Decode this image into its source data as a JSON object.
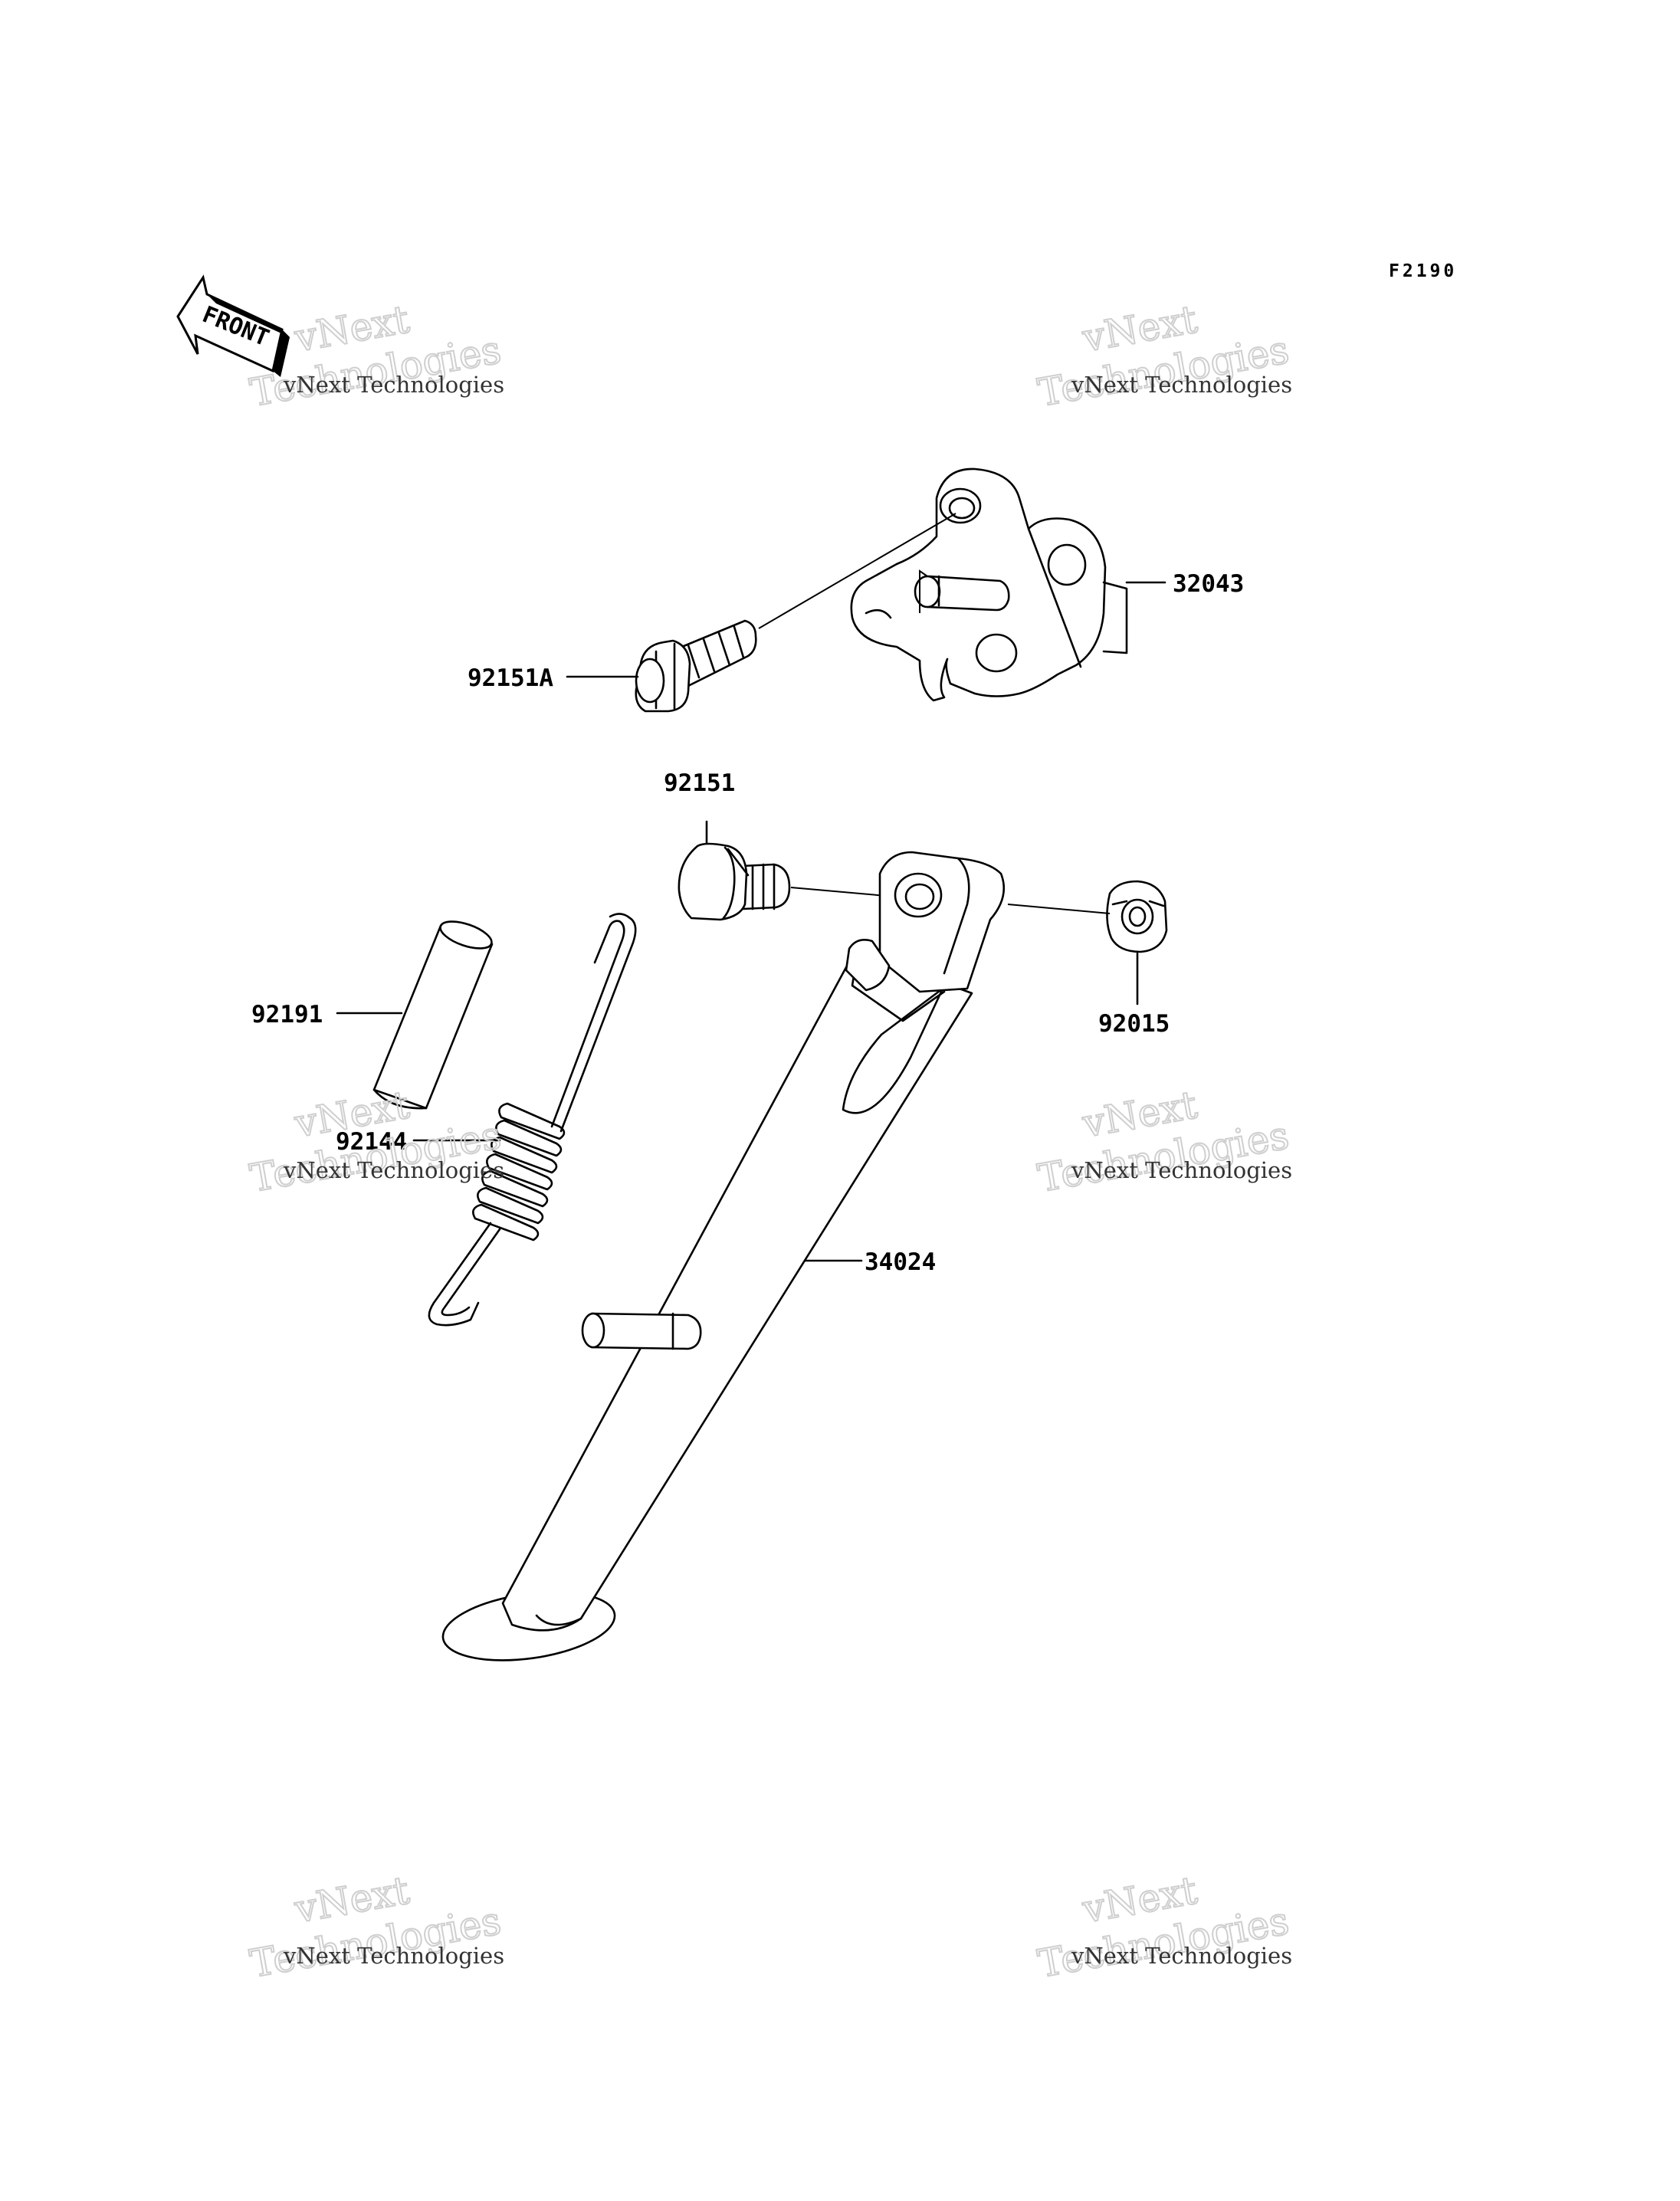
{
  "figure_code": "F2190",
  "front_arrow_label": "FRONT",
  "watermark": {
    "large_line1": "vNext",
    "large_line2": "Technologies",
    "small": "vNext Technologies"
  },
  "parts": {
    "bracket": "32043",
    "bracket_bolt": "92151A",
    "pivot_bolt": "92151",
    "nut": "92015",
    "collar": "92191",
    "spring": "92144",
    "side_stand": "34024"
  }
}
